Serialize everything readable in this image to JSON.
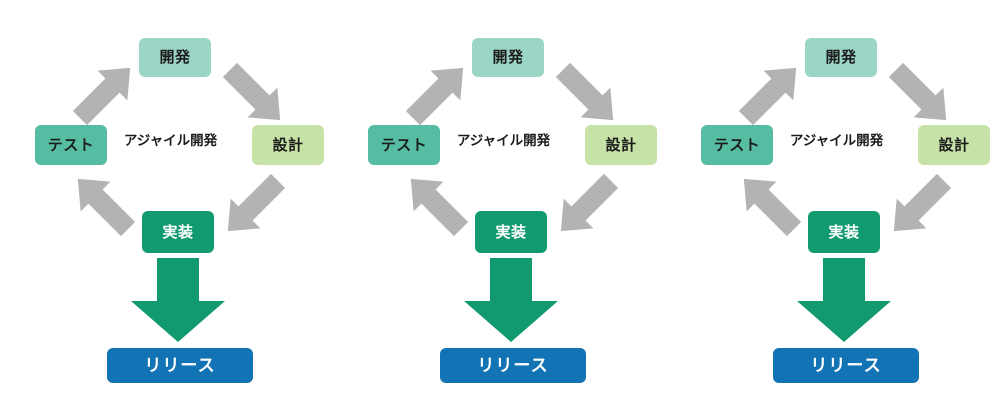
{
  "diagram": {
    "title": "アジャイル開発",
    "panel_count": 3,
    "colors": {
      "background": "#ffffff",
      "dev": "#9ad5c6",
      "test": "#56bda3",
      "design": "#c6e2a6",
      "implementation": "#11996f",
      "release": "#1273b5",
      "cycle_arrow": "#b3b3b3",
      "release_arrow": "#11996f",
      "dark_text": "#1c1c1c",
      "light_text": "#ffffff"
    },
    "center_label": "アジャイル開発",
    "nodes": [
      {
        "key": "dev",
        "label": "開発"
      },
      {
        "key": "design",
        "label": "設計"
      },
      {
        "key": "implementation",
        "label": "実装"
      },
      {
        "key": "test",
        "label": "テスト"
      },
      {
        "key": "release",
        "label": "リリース"
      }
    ],
    "cycle_arrows": [
      {
        "from": "開発",
        "to": "テスト",
        "direction": "down-left"
      },
      {
        "from": "テスト",
        "to": "実装",
        "direction": "down-right"
      },
      {
        "from": "実装",
        "to": "設計",
        "direction": "up-right"
      },
      {
        "from": "設計",
        "to": "開発",
        "direction": "up-left"
      }
    ],
    "release_arrow": {
      "from": "実装",
      "to": "リリース",
      "direction": "down"
    },
    "panels": [
      {
        "index": 1
      },
      {
        "index": 2
      },
      {
        "index": 3
      }
    ]
  }
}
